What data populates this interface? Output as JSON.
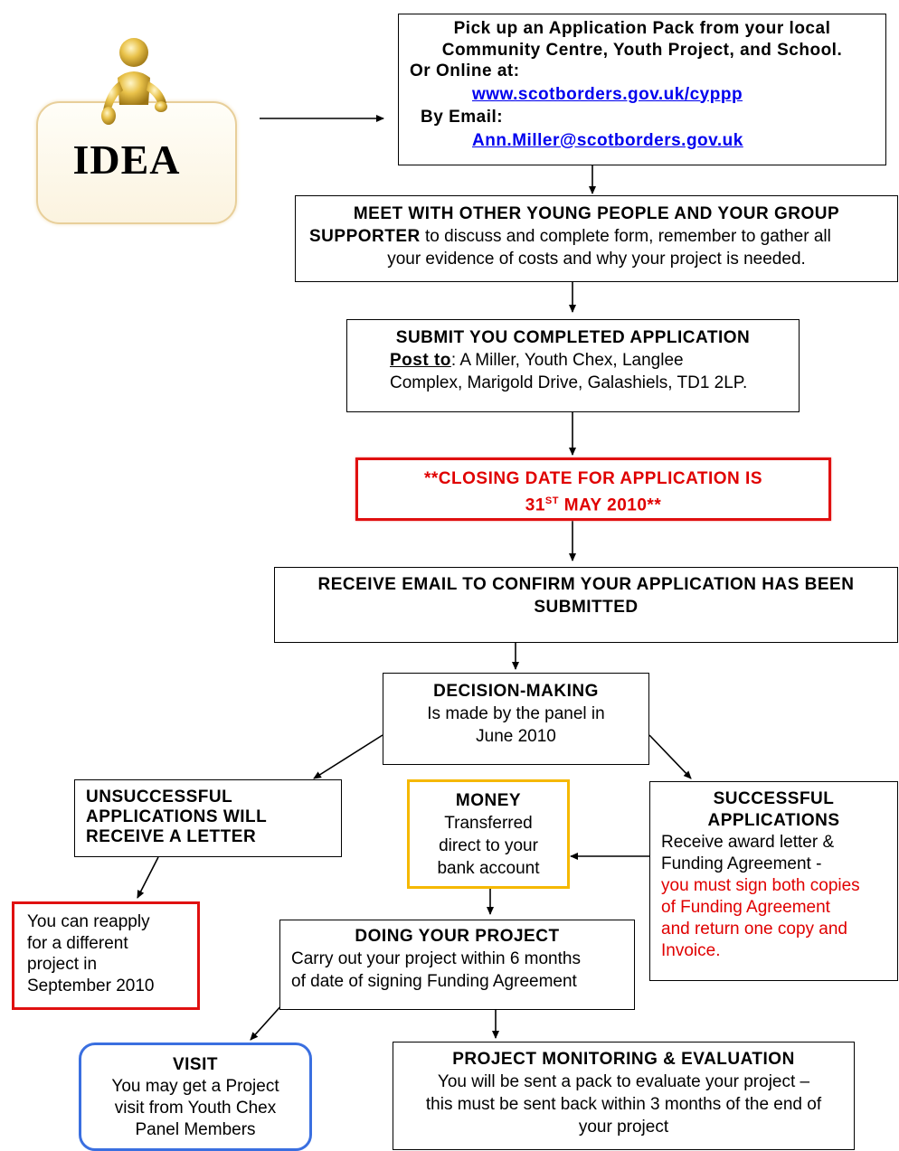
{
  "idea": {
    "label": "IDEA"
  },
  "step1": {
    "line1": "Pick up an Application Pack from your local",
    "line2": "Community Centre, Youth Project, and School.",
    "online_label": "Or Online at:",
    "url": "www.scotborders.gov.uk/cyppp",
    "email_label": "By Email:",
    "email": "Ann.Miller@scotborders.gov.uk"
  },
  "step2": {
    "heading1": "MEET WITH OTHER YOUNG PEOPLE AND YOUR GROUP",
    "heading2": "SUPPORTER",
    "text1": " to discuss and complete form, remember to gather all",
    "text2": "your evidence of costs and why your project is needed."
  },
  "step3": {
    "heading": "SUBMIT YOU COMPLETED APPLICATION",
    "post_label": "Post to",
    "text1": ": A Miller, Youth Chex, Langlee",
    "text2": "Complex, Marigold Drive, Galashiels, TD1 2LP."
  },
  "closing": {
    "line1": "**CLOSING DATE FOR APPLICATION IS",
    "day": "31",
    "suffix": "ST",
    "line2_rest": " MAY  2010**"
  },
  "confirm": {
    "line1": "RECEIVE EMAIL TO CONFIRM YOUR APPLICATION HAS BEEN",
    "line2": "SUBMITTED"
  },
  "decision": {
    "heading": "DECISION-MAKING",
    "line1": "Is made by the panel in",
    "line2": "June 2010"
  },
  "unsuccessful": {
    "line1": "UNSUCCESSFUL",
    "line2": "APPLICATIONS WILL",
    "line3": "RECEIVE A LETTER"
  },
  "reapply": {
    "line1": "You can reapply",
    "line2": "for a different",
    "line3": "project in",
    "line4": "September 2010"
  },
  "money": {
    "heading": "MONEY",
    "line1": "Transferred",
    "line2": "direct to your",
    "line3": "bank account"
  },
  "successful": {
    "heading1": "SUCCESSFUL",
    "heading2": "APPLICATIONS",
    "line1": "Receive award letter &",
    "line2": "Funding Agreement -",
    "red1": "you must sign both copies",
    "red2": "of Funding Agreement",
    "red3": "and return one copy and",
    "red4": "Invoice."
  },
  "doing": {
    "heading": "DOING YOUR PROJECT",
    "line1": "Carry out your project within 6 months",
    "line2": "of date of signing Funding Agreement"
  },
  "visit": {
    "heading": "VISIT",
    "line1": "You may get a Project",
    "line2": "visit from Youth Chex",
    "line3": "Panel Members"
  },
  "monitoring": {
    "heading": "PROJECT MONITORING & EVALUATION",
    "line1": "You will be sent a pack to evaluate your project –",
    "line2": "this must be sent back within 3 months of the end of",
    "line3": "your project"
  },
  "colors": {
    "red_border": "#e01010",
    "yellow_border": "#f5b800",
    "blue_border": "#3a6fe0",
    "idea_border": "#e8cf9a"
  },
  "icons": {
    "idea_figure": "gold-figure-icon"
  }
}
